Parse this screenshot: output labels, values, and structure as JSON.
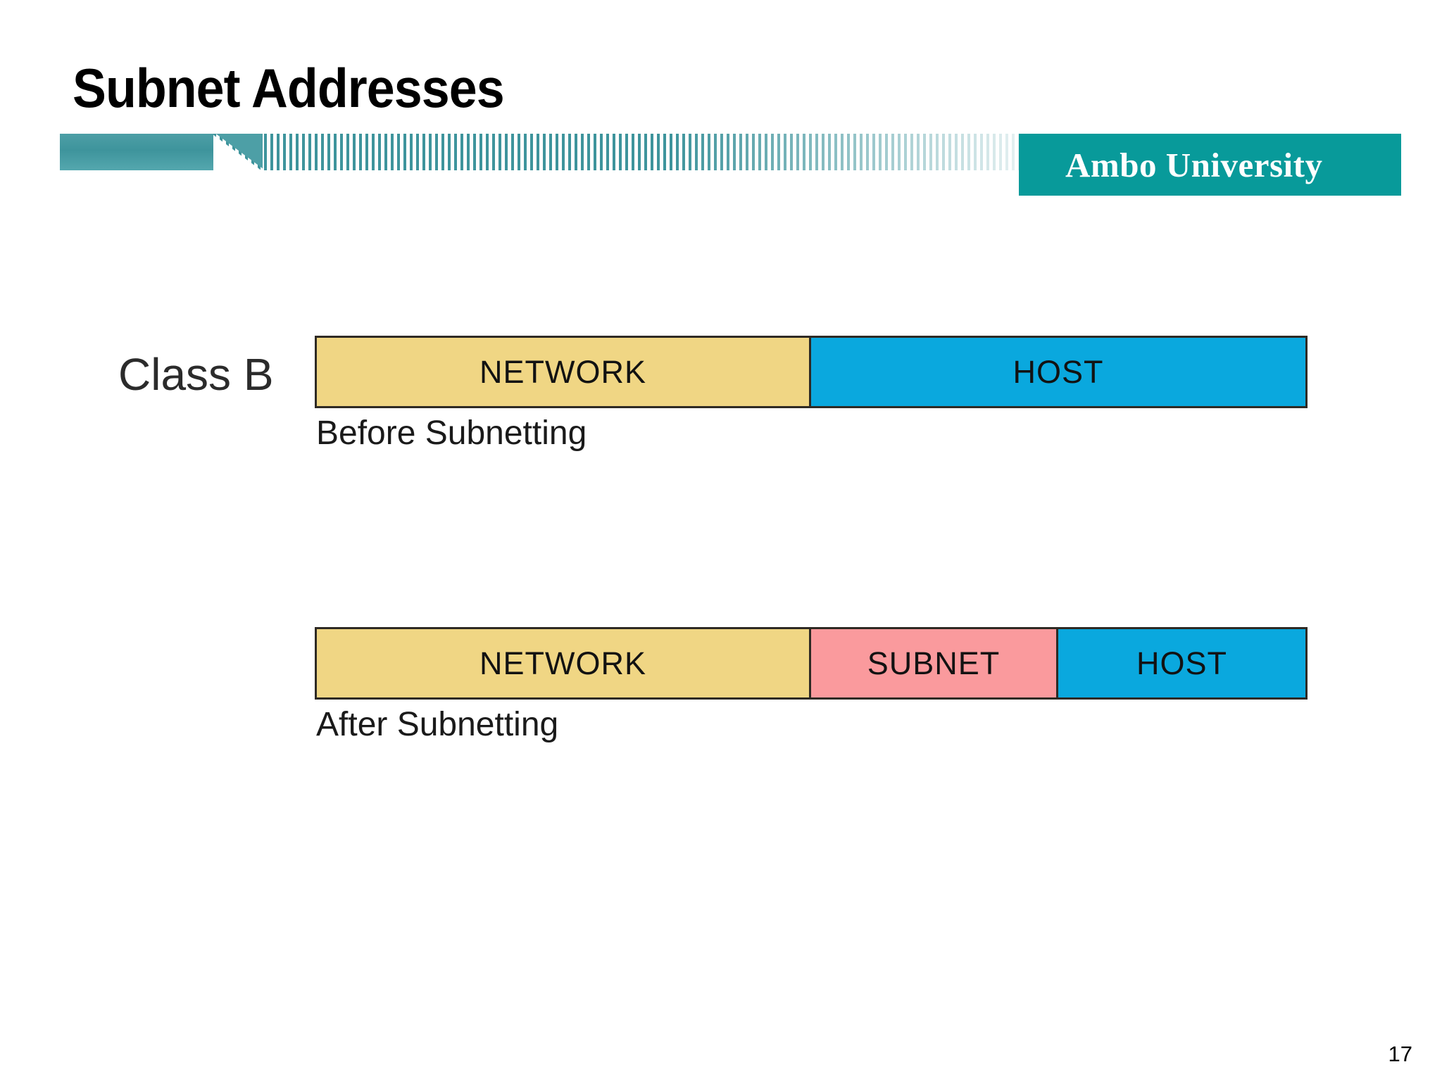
{
  "slide": {
    "title": "Subnet Addresses",
    "page_number": "17",
    "background_color": "#ffffff"
  },
  "banner": {
    "name": "decorative-stripe-banner",
    "solid_color": "#4d9fa6",
    "stripe_color": "#3e949c"
  },
  "university_badge": {
    "label": "Ambo University",
    "background_color": "#089a9a",
    "text_color": "#ffffff"
  },
  "diagram": {
    "class_label": "Class B",
    "colors": {
      "network": "#f0d684",
      "host": "#0aa8de",
      "subnet": "#fa9a9d",
      "border": "#2e2a24"
    },
    "rows": [
      {
        "caption": "Before Subnetting",
        "segments": [
          {
            "label": "NETWORK",
            "kind": "network",
            "width_pct": 50
          },
          {
            "label": "HOST",
            "kind": "host",
            "width_pct": 50
          }
        ]
      },
      {
        "caption": "After Subnetting",
        "segments": [
          {
            "label": "NETWORK",
            "kind": "network",
            "width_pct": 50
          },
          {
            "label": "SUBNET",
            "kind": "subnet",
            "width_pct": 25
          },
          {
            "label": "HOST",
            "kind": "host",
            "width_pct": 25
          }
        ]
      }
    ]
  }
}
